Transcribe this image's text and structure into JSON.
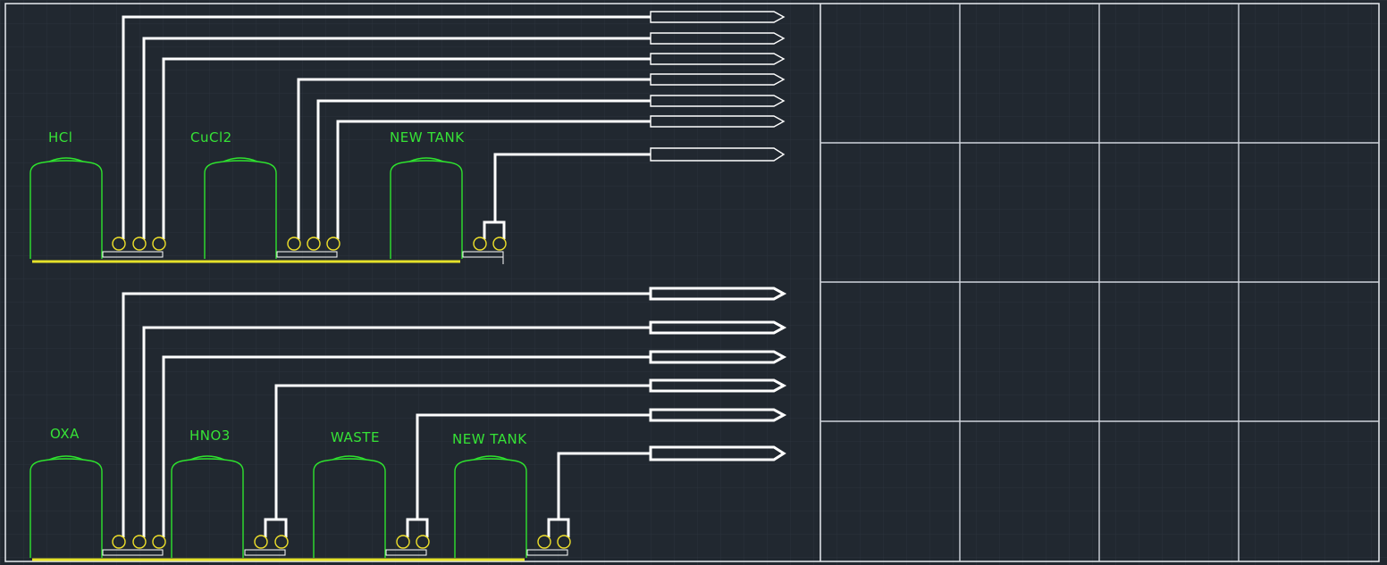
{
  "drawing": {
    "colors": {
      "background": "#212830",
      "tank_outline": "#2ee32e",
      "tank_label": "#36e336",
      "pipe": "#ffffff",
      "floor_line": "#e5e22a",
      "pump": "#f0e12a",
      "frame": "#e8ebf0"
    },
    "rows": [
      {
        "name": "upper-row",
        "tanks": [
          {
            "label": "HCl"
          },
          {
            "label": "CuCl2"
          },
          {
            "label": "NEW TANK"
          }
        ],
        "pump_groups": [
          {
            "pumps": 3
          },
          {
            "pumps": 3
          },
          {
            "pumps": 2
          }
        ],
        "pipe_lines": 7
      },
      {
        "name": "lower-row",
        "tanks": [
          {
            "label": "OXA"
          },
          {
            "label": "HNO3"
          },
          {
            "label": "WASTE"
          },
          {
            "label": "NEW TANK"
          }
        ],
        "pump_groups": [
          {
            "pumps": 3
          },
          {
            "pumps": 2
          },
          {
            "pumps": 2
          },
          {
            "pumps": 2
          }
        ],
        "pipe_lines": 6
      }
    ],
    "table_grid": {
      "rows": 4,
      "columns": 4
    }
  }
}
